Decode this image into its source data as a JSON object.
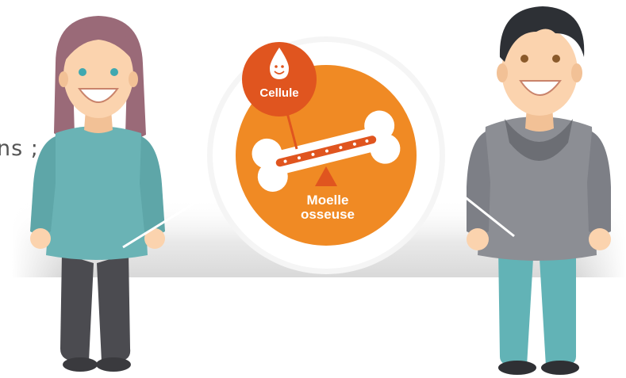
{
  "caption_fragment": "ns ;",
  "callout": {
    "cell_label": "Cellule",
    "marrow_label_line1": "Moelle",
    "marrow_label_line2": "osseuse"
  },
  "colors": {
    "orange": "#f08a24",
    "orange_dark": "#e0551f",
    "woman_sweater": "#6ab3b5",
    "woman_pants": "#4b4b50",
    "woman_hair": "#9a6a78",
    "man_hoodie": "#8c8e94",
    "man_pants": "#62b3b6",
    "man_hair": "#2d3035",
    "skin": "#fbd3ae"
  }
}
